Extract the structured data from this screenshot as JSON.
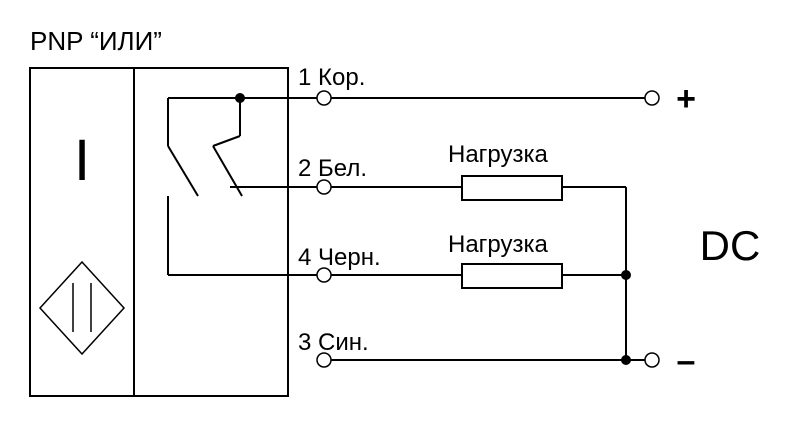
{
  "title": "PNP “ИЛИ”",
  "sensor": {
    "symbol": "I"
  },
  "terminals": [
    {
      "label": "1 Кор."
    },
    {
      "label": "2 Бел."
    },
    {
      "label": "4 Черн."
    },
    {
      "label": "3 Син."
    }
  ],
  "loads": [
    {
      "label": "Нагрузка"
    },
    {
      "label": "Нагрузка"
    }
  ],
  "supply": {
    "label": "DC",
    "plus": "+",
    "minus": "–"
  }
}
